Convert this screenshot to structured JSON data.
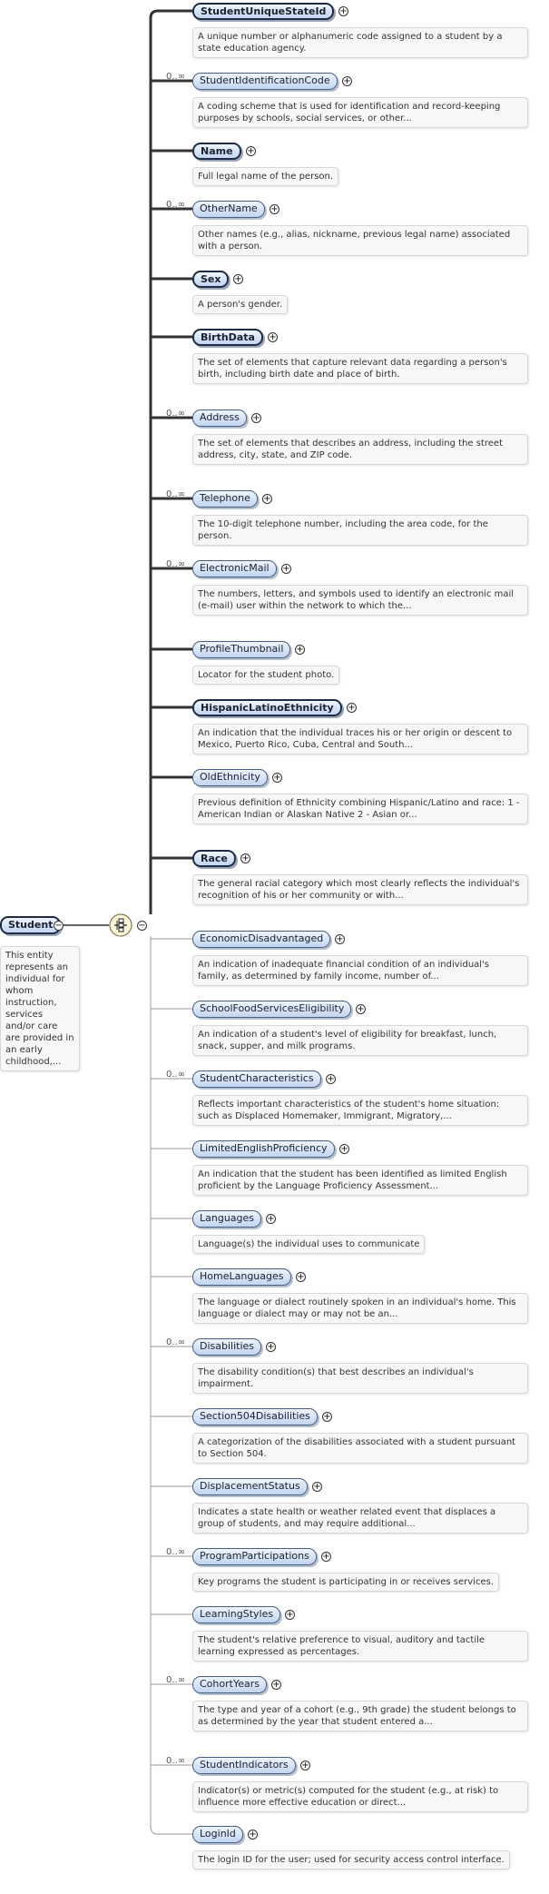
{
  "root": {
    "name": "Student",
    "description": "This entity represents an individual for whom instruction, services and/or care are provided in an early childhood,...",
    "collapse_symbol": "−"
  },
  "sequence": {
    "icon": "sequence-compositor-icon",
    "collapse_symbol": "−"
  },
  "expand_symbol": "+",
  "elements": [
    {
      "name": "StudentUniqueStateId",
      "required": true,
      "cardinality": "",
      "description": "A unique number or alphanumeric code assigned to a student by a state education agency."
    },
    {
      "name": "StudentIdentificationCode",
      "required": false,
      "cardinality": "0..∞",
      "description": "A coding scheme that is used for identification and record-keeping purposes by schools, social services, or other..."
    },
    {
      "name": "Name",
      "required": true,
      "cardinality": "",
      "description": "Full legal name of the person."
    },
    {
      "name": "OtherName",
      "required": false,
      "cardinality": "0..∞",
      "description": "Other names (e.g., alias, nickname, previous legal name) associated with a person."
    },
    {
      "name": "Sex",
      "required": true,
      "cardinality": "",
      "description": "A person's gender."
    },
    {
      "name": "BirthData",
      "required": true,
      "cardinality": "",
      "description": "The set of elements that capture relevant data regarding a person's birth, including birth date and place of birth."
    },
    {
      "name": "Address",
      "required": false,
      "cardinality": "0..∞",
      "description": "The set of elements that describes an address, including the street address, city, state, and ZIP code."
    },
    {
      "name": "Telephone",
      "required": false,
      "cardinality": "0..∞",
      "description": "The 10-digit telephone number, including the area code, for the person."
    },
    {
      "name": "ElectronicMail",
      "required": false,
      "cardinality": "0..∞",
      "description": "The numbers, letters, and symbols used to identify an electronic mail (e-mail) user within the network to which the..."
    },
    {
      "name": "ProfileThumbnail",
      "required": false,
      "cardinality": "",
      "description": "Locator for the student photo."
    },
    {
      "name": "HispanicLatinoEthnicity",
      "required": true,
      "cardinality": "",
      "description": "An indication that the individual traces his or her origin or descent to Mexico, Puerto Rico, Cuba, Central and South..."
    },
    {
      "name": "OldEthnicity",
      "required": false,
      "cardinality": "",
      "description": "Previous definition of Ethnicity combining Hispanic/Latino and race: 1 - American Indian or Alaskan Native 2 - Asian or..."
    },
    {
      "name": "Race",
      "required": true,
      "cardinality": "",
      "description": "The general racial category which most clearly reflects the individual's recognition of his or her community or with..."
    },
    {
      "name": "EconomicDisadvantaged",
      "required": false,
      "cardinality": "",
      "description": "An indication of inadequate financial condition of an individual's family, as determined by family income, number of..."
    },
    {
      "name": "SchoolFoodServicesEligibility",
      "required": false,
      "cardinality": "",
      "description": "An indication of a student's level of eligibility for breakfast, lunch, snack, supper, and milk programs."
    },
    {
      "name": "StudentCharacteristics",
      "required": false,
      "cardinality": "0..∞",
      "description": "Reflects important characteristics of the student's home situation: such as Displaced Homemaker, Immigrant, Migratory,..."
    },
    {
      "name": "LimitedEnglishProficiency",
      "required": false,
      "cardinality": "",
      "description": "An indication that the student has been identified as limited English proficient by the Language Proficiency Assessment..."
    },
    {
      "name": "Languages",
      "required": false,
      "cardinality": "",
      "description": "Language(s) the individual uses to communicate"
    },
    {
      "name": "HomeLanguages",
      "required": false,
      "cardinality": "",
      "description": "The language or dialect routinely spoken in an individual's home. This language or dialect may or may not be an..."
    },
    {
      "name": "Disabilities",
      "required": false,
      "cardinality": "0..∞",
      "description": "The disability condition(s) that best describes an individual's impairment."
    },
    {
      "name": "Section504Disabilities",
      "required": false,
      "cardinality": "",
      "description": "A categorization of the disabilities associated with a student pursuant to Section 504."
    },
    {
      "name": "DisplacementStatus",
      "required": false,
      "cardinality": "",
      "description": "Indicates a state health or weather related event that displaces a group of students, and may require additional..."
    },
    {
      "name": "ProgramParticipations",
      "required": false,
      "cardinality": "0..∞",
      "description": "Key programs the student is participating in or receives services."
    },
    {
      "name": "LearningStyles",
      "required": false,
      "cardinality": "",
      "description": "The student's relative preference to visual, auditory and tactile learning expressed as percentages."
    },
    {
      "name": "CohortYears",
      "required": false,
      "cardinality": "0..∞",
      "description": "The type and year of a cohort (e.g., 9th grade) the student belongs to as determined by the year that student entered a..."
    },
    {
      "name": "StudentIndicators",
      "required": false,
      "cardinality": "0..∞",
      "description": "Indicator(s) or metric(s) computed for the student (e.g., at risk) to influence more effective education or direct..."
    },
    {
      "name": "LoginId",
      "required": false,
      "cardinality": "",
      "description": "The login ID for the user; used for security access control interface."
    }
  ]
}
